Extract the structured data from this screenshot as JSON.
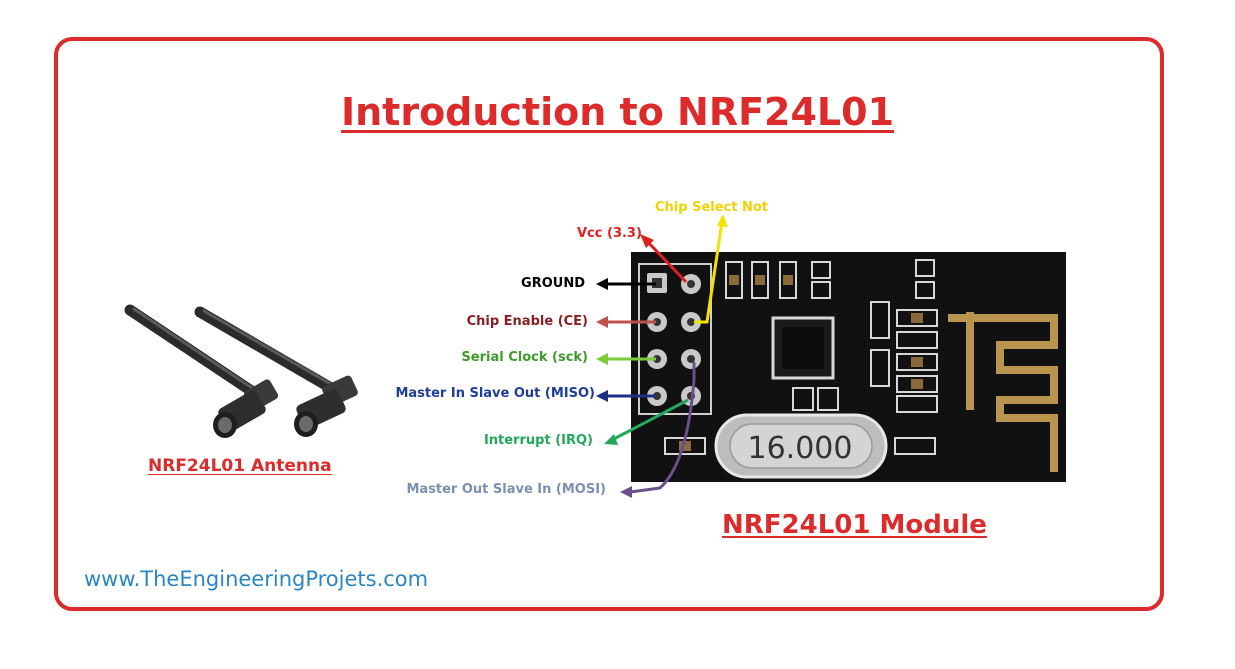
{
  "title": "Introduction to NRF24L01",
  "antenna_caption": "NRF24L01 Antenna",
  "module_caption": "NRF24L01 Module",
  "website": "www.TheEngineeringProjets.com",
  "crystal_label": "16.000",
  "pins": {
    "vcc": "Vcc (3.3)",
    "chip_select_not": "Chip Select Not",
    "ground": "GROUND",
    "chip_enable": "Chip Enable (CE)",
    "serial_clock": "Serial Clock (sck)",
    "miso": "Master In Slave Out (MISO)",
    "irq": "Interrupt (IRQ)",
    "mosi": "Master Out Slave In (MOSI)"
  },
  "colors": {
    "frame": "#dd2b2b",
    "title": "#dd2b2b",
    "website": "#2a86c4",
    "board": "#111111",
    "vcc": "#e02020",
    "csn": "#f2e400",
    "ground": "#000000",
    "ce": "#c0504d",
    "sck": "#7ecb3a",
    "miso": "#1f2f86",
    "irq": "#22a85a",
    "mosi": "#6a4f8a"
  }
}
